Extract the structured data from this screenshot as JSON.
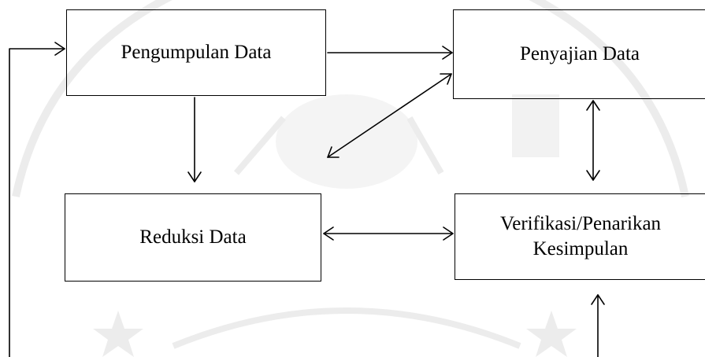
{
  "diagram": {
    "boxes": {
      "pengumpulan": "Pengumpulan Data",
      "penyajian": "Penyajian Data",
      "reduksi": "Reduksi Data",
      "verifikasi_line1": "Verifikasi/Penarikan",
      "verifikasi_line2": "Kesimpulan"
    },
    "line_color": "#000000",
    "watermark_color": "#9a9a9a"
  }
}
